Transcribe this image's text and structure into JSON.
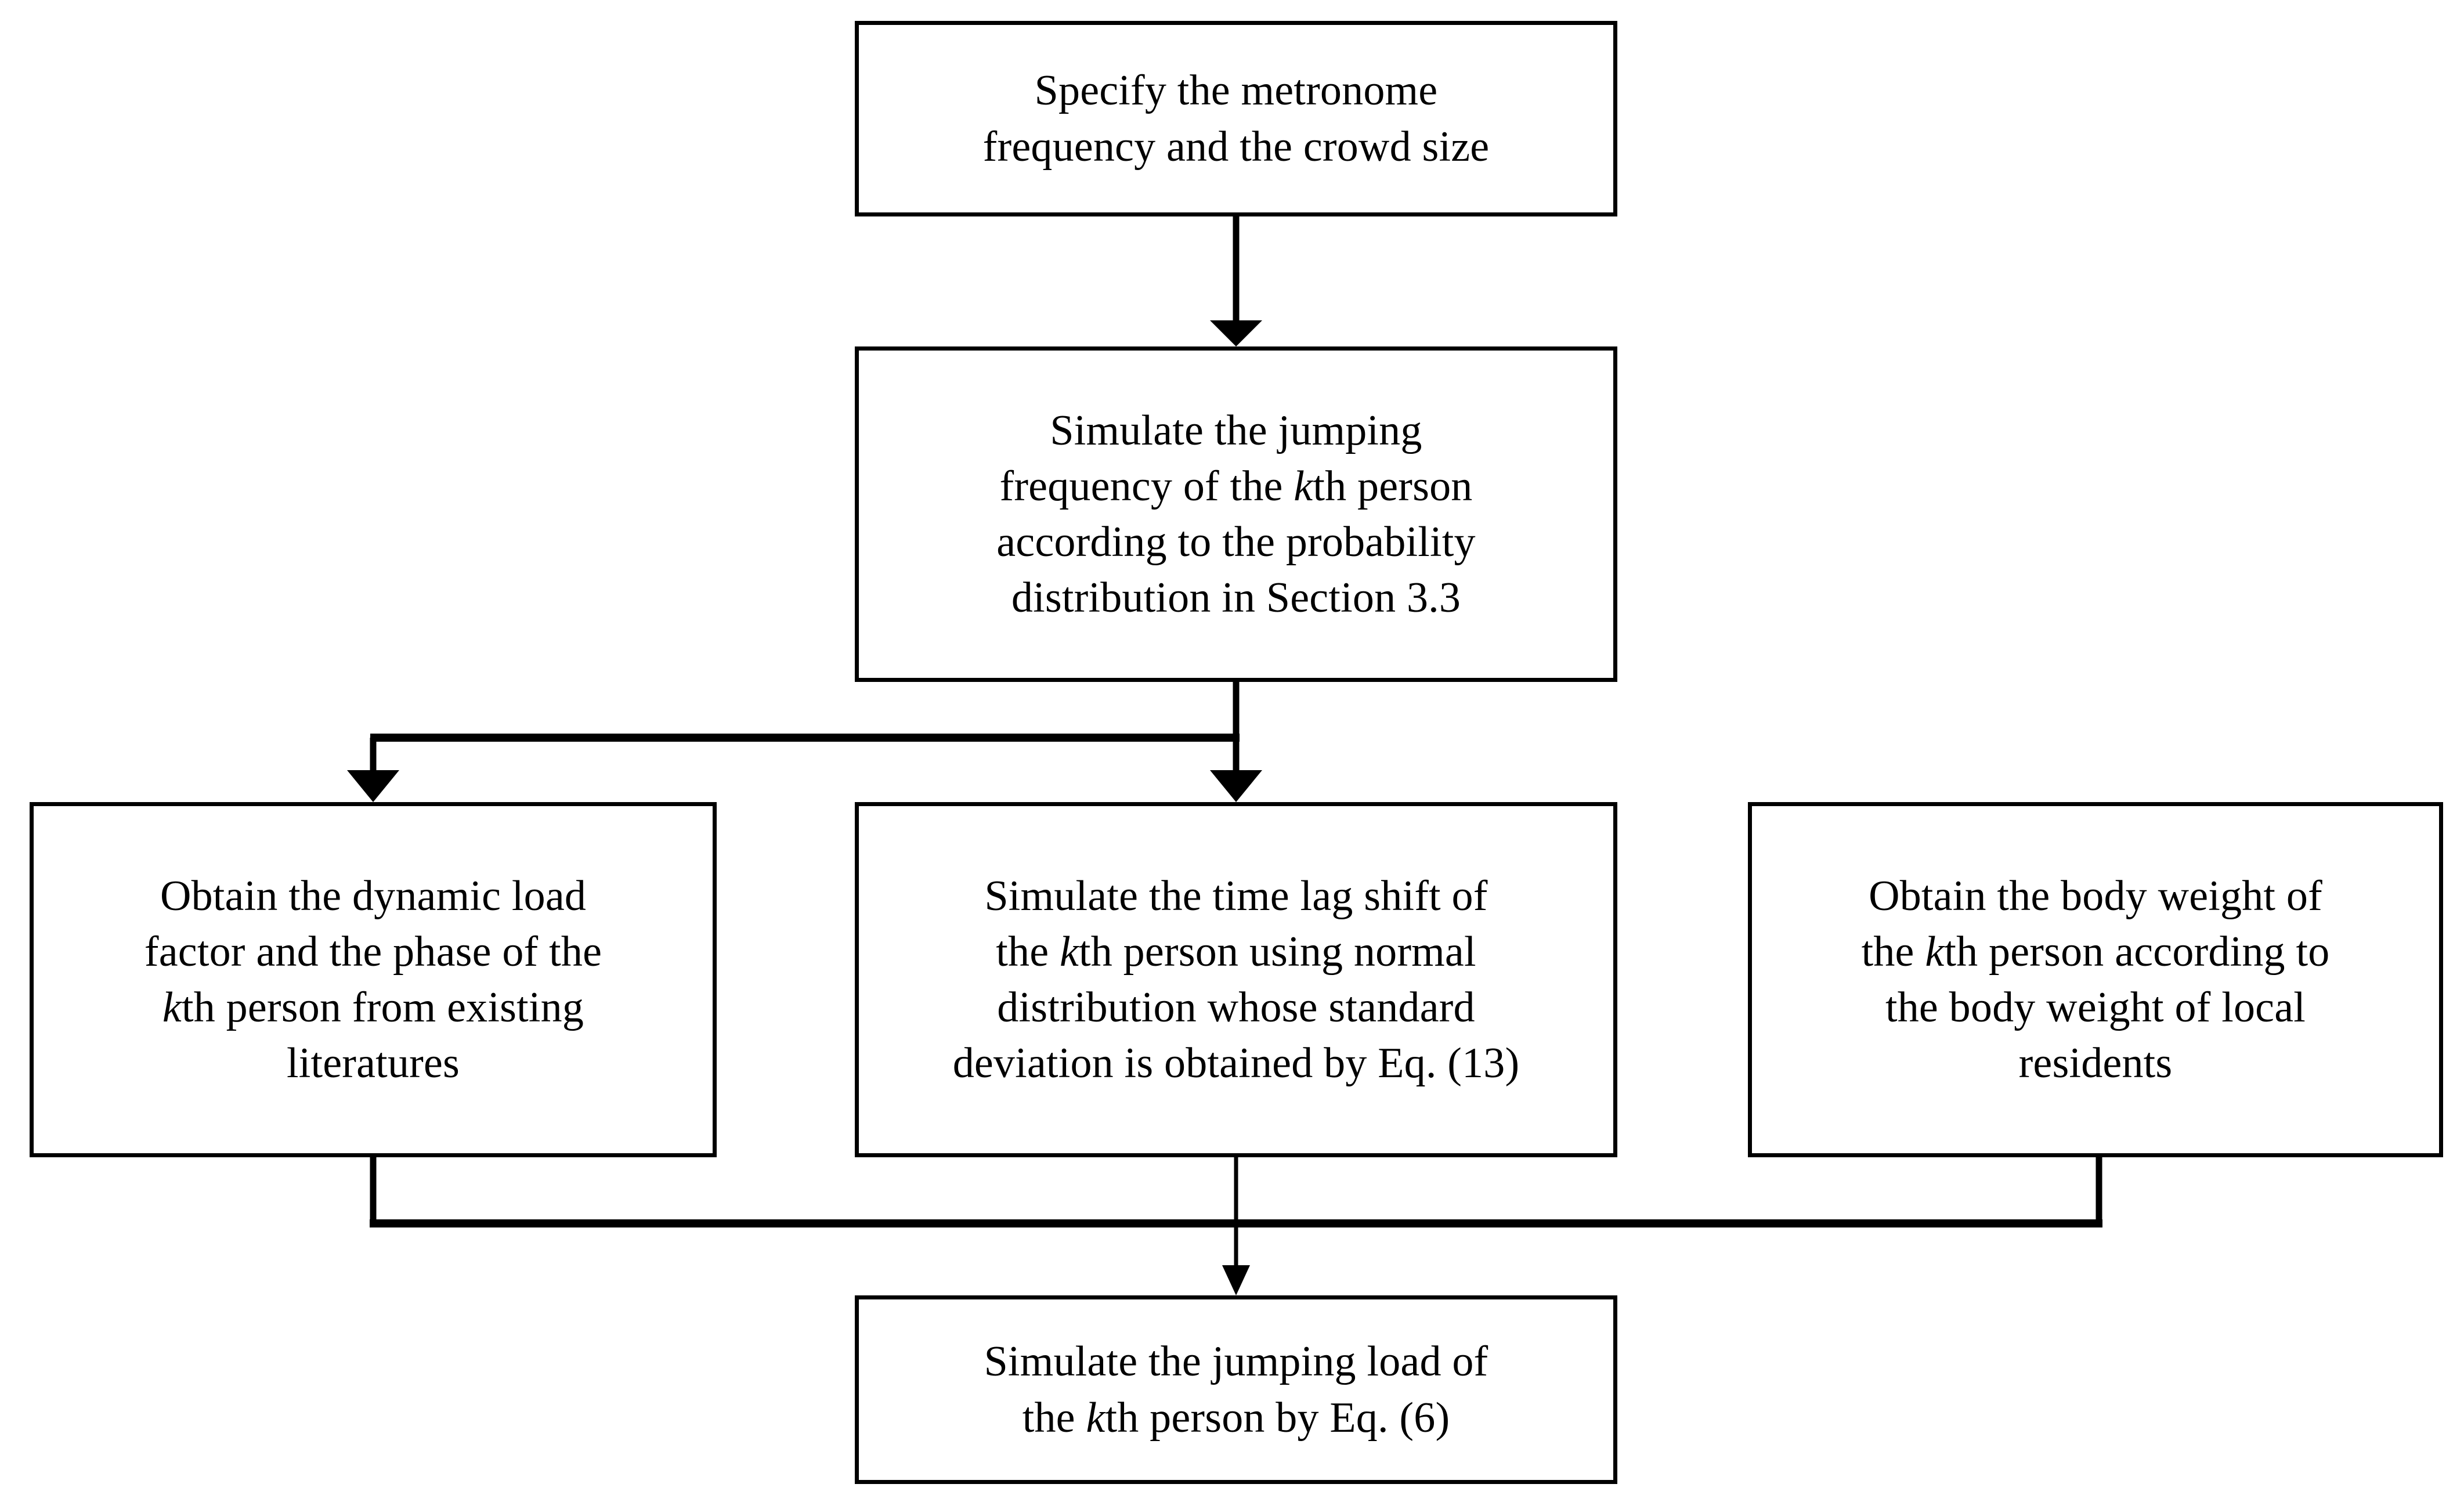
{
  "diagram": {
    "title": "Jumping load simulation procedure flowchart",
    "type": "flowchart",
    "background_color": "#ffffff",
    "line_color": "#000000",
    "text_color": "#000000"
  },
  "nodes": {
    "specify": {
      "id": "specify",
      "text": "Specify the metronome\nfrequency and the crowd size",
      "lines": [
        "Specify the metronome",
        "frequency and the crowd size"
      ]
    },
    "simulate_frequency": {
      "id": "simulate_frequency",
      "text": "Simulate the jumping\nfrequency of the kth person\naccording to the probability\ndistribution in Section 3.3",
      "lines": [
        "Simulate the jumping",
        "frequency of the kth person",
        "according to the probability",
        "distribution in Section 3.3"
      ],
      "italic_token": "k"
    },
    "dynamic_load_factor": {
      "id": "dynamic_load_factor",
      "text": "Obtain the dynamic load\nfactor and the phase of the\nkth person from existing\nliteratures",
      "lines": [
        "Obtain the dynamic load",
        "factor and the phase of the",
        "kth person from existing",
        "literatures"
      ],
      "italic_token": "k"
    },
    "time_lag_shift": {
      "id": "time_lag_shift",
      "text": "Simulate the time lag shift of\nthe kth person using normal\ndistribution whose standard\ndeviation is obtained by Eq. (13)",
      "lines": [
        "Simulate the time lag shift of",
        "the kth person using normal",
        "distribution whose standard",
        "deviation is obtained by Eq. (13)"
      ],
      "italic_token": "k"
    },
    "body_weight": {
      "id": "body_weight",
      "text": "Obtain the body weight of\nthe kth person according to\nthe body weight of local\nresidents",
      "lines": [
        "Obtain the body weight of",
        "the kth person according to",
        "the body weight of local",
        "residents"
      ],
      "italic_token": "k"
    },
    "jumping_load": {
      "id": "jumping_load",
      "text": "Simulate the jumping load of\nthe kth person by Eq. (6)",
      "lines": [
        "Simulate the jumping load of",
        "the kth person by Eq. (6)"
      ],
      "italic_token": "k"
    }
  },
  "edges": [
    {
      "from": "specify",
      "to": "simulate_frequency",
      "style": "straight-down",
      "arrow": true
    },
    {
      "from": "simulate_frequency",
      "to": "dynamic_load_factor",
      "style": "branch-left",
      "arrow": true
    },
    {
      "from": "simulate_frequency",
      "to": "time_lag_shift",
      "style": "straight-down",
      "arrow": true
    },
    {
      "from": "dynamic_load_factor",
      "to": "jumping_load",
      "style": "merge-from-left",
      "arrow": false
    },
    {
      "from": "time_lag_shift",
      "to": "jumping_load",
      "style": "straight-down",
      "arrow": true
    },
    {
      "from": "body_weight",
      "to": "jumping_load",
      "style": "merge-from-right",
      "arrow": false
    }
  ]
}
